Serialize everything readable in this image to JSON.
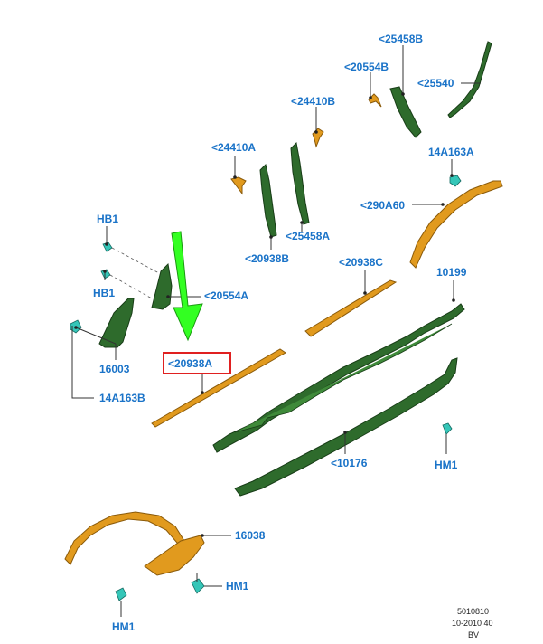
{
  "labels": {
    "p25458B_top": "<25458B",
    "p20554B": "<20554B",
    "p25540": "<25540",
    "p24410B": "<24410B",
    "p24410A": "<24410A",
    "p14A163A": "14A163A",
    "p290A60": "<290A60",
    "pHB1_top": "HB1",
    "p25458A": "<25458A",
    "p20938B": "<20938B",
    "p20938C": "<20938C",
    "p10199": "10199",
    "pHB1_bottom": "HB1",
    "p20554A": "<20554A",
    "p16003": "16003",
    "p20938A": "<20938A",
    "p14A163B": "14A163B",
    "p10176": "<10176",
    "pHM1_right": "HM1",
    "p16038": "16038",
    "pHM1_mid": "HM1",
    "pHM1_bottom": "HM1"
  },
  "footer": {
    "line1": "5010810",
    "line2": "10-2010 40",
    "line3": "BV"
  },
  "highlight": {
    "part": "<20938A",
    "box_color": "#e02020",
    "arrow_color": "#33ff22"
  },
  "colors": {
    "label": "#1a73c8",
    "green_part": "#2e6b2c",
    "orange_part": "#e19a1e",
    "clip": "#35c6b8"
  }
}
